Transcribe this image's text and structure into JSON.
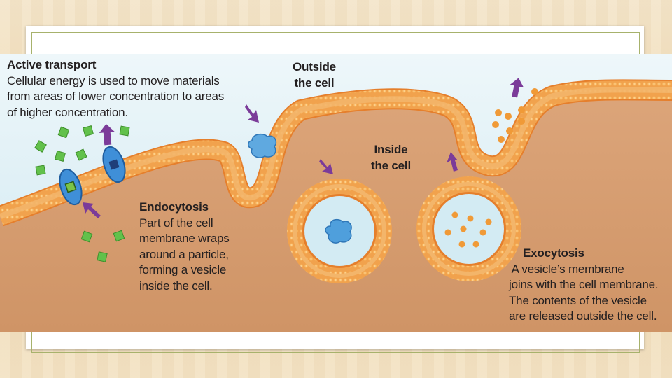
{
  "active_transport": {
    "title": "Active transport",
    "lines": [
      "Cellular energy is used to move materials",
      "from areas of lower concentration to areas",
      "of higher concentration."
    ]
  },
  "outside": {
    "lines": [
      "Outside",
      "the cell"
    ]
  },
  "inside": {
    "lines": [
      "Inside",
      "the cell"
    ]
  },
  "endocytosis": {
    "title": "Endocytosis",
    "lines": [
      "Part of the cell",
      "membrane wraps",
      "around a particle,",
      "forming a vesicle",
      "inside the cell."
    ]
  },
  "exocytosis": {
    "title": "Exocytosis",
    "lines": [
      " A vesicle’s membrane",
      "joins with the cell membrane.",
      "The contents of the vesicle",
      "are released outside the cell."
    ]
  },
  "colors": {
    "outside_bg": "#d9eef5",
    "cytoplasm": "#d59b6c",
    "membrane": "#e9893a",
    "protein": "#3f8fd8",
    "particle": "#5fa9e0",
    "cube": "#62c14b",
    "arrow": "#7b3b99",
    "dot": "#f09a37"
  }
}
